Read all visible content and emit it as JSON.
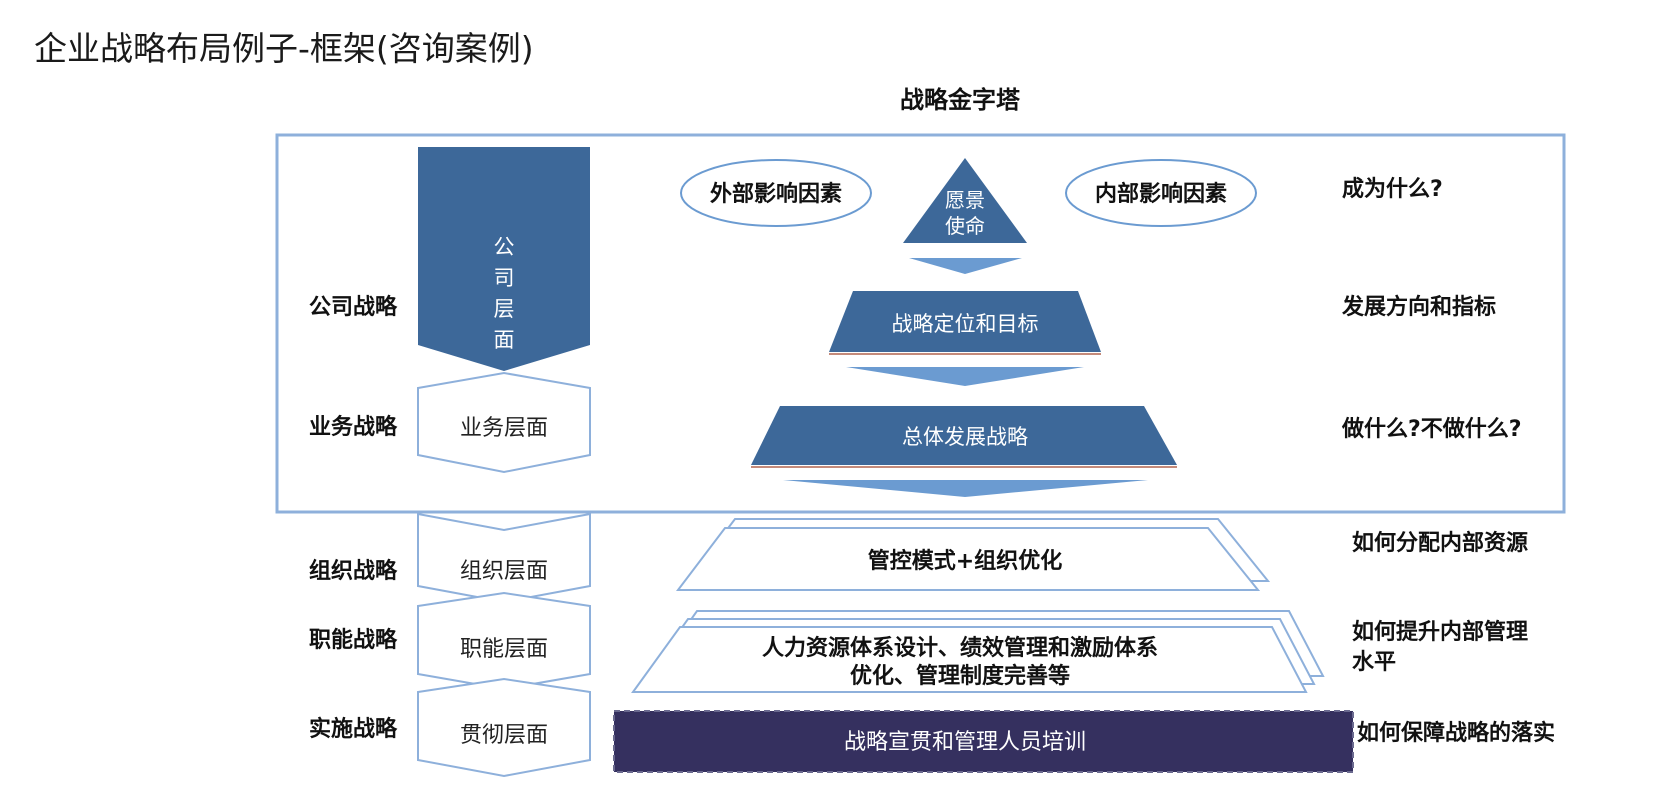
{
  "page": {
    "title": "企业战略布局例子-框架(咨询案例)"
  },
  "diagram": {
    "heading": "战略金字塔",
    "level_labels": [
      "公司战略",
      "业务战略",
      "组织战略",
      "职能战略",
      "实施战略"
    ],
    "chevron_labels": {
      "company": "公司层面",
      "business": "业务层面",
      "organization": "组织层面",
      "function": "职能层面",
      "implementation": "贯彻层面"
    },
    "influences": {
      "external": "外部影响因素",
      "internal": "内部影响因素"
    },
    "pyramid": {
      "apex_line1": "愿景",
      "apex_line2": "使命",
      "tier2": "战略定位和目标",
      "tier3": "总体发展战略"
    },
    "lower_blocks": {
      "organization": "管控模式+组织优化",
      "function_line1": "人力资源体系设计、绩效管理和激励体系",
      "function_line2": "优化、管理制度完善等",
      "implementation": "战略宣贯和管理人员培训"
    },
    "questions": {
      "q1": "成为什么?",
      "q2": "发展方向和指标",
      "q3": "做什么?不做什么?",
      "q4": "如何分配内部资源",
      "q5_line1": "如何提升内部管理",
      "q5_line2": "水平",
      "q6": "如何保障战略的落实"
    },
    "colors": {
      "primary_blue": "#3d6899",
      "arrow_blue": "#6b9bd1",
      "frame_blue": "#8eb0db",
      "dark_navy": "#35305f"
    }
  }
}
